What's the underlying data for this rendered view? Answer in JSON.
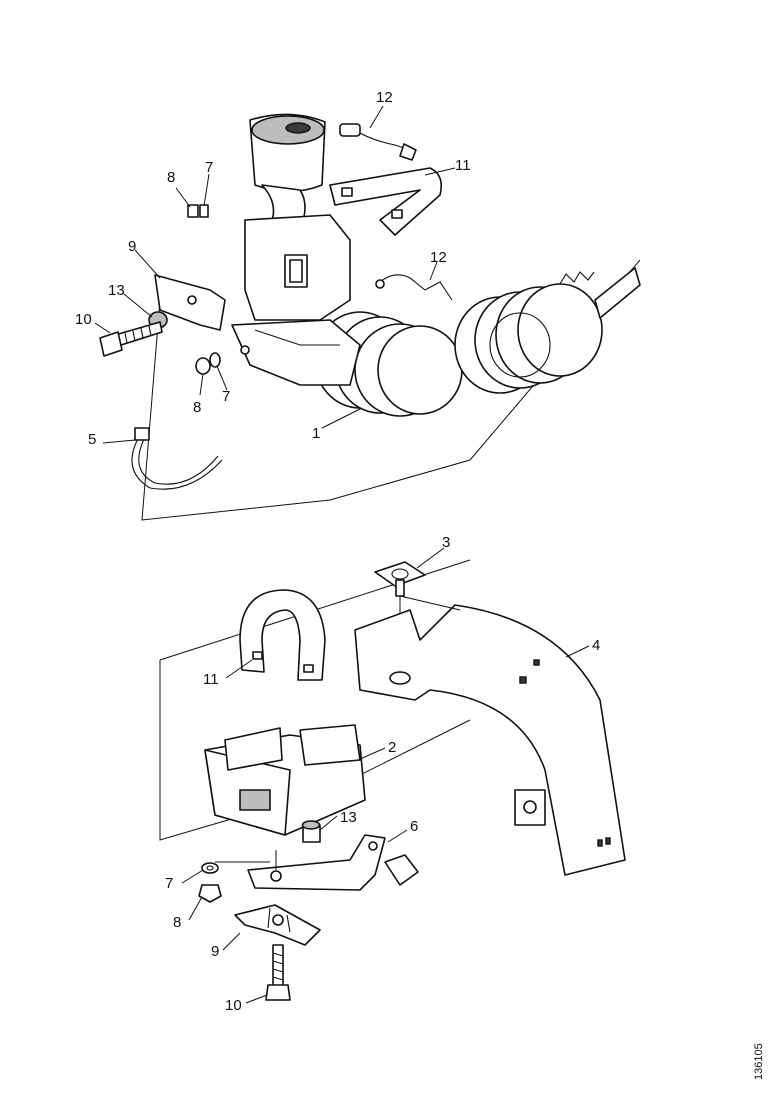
{
  "callouts": {
    "c1": "1",
    "c2": "2",
    "c3": "3",
    "c4": "4",
    "c5": "5",
    "c6": "6",
    "c7a": "7",
    "c7b": "7",
    "c7c": "7",
    "c8a": "8",
    "c8b": "8",
    "c8c": "8",
    "c9a": "9",
    "c9b": "9",
    "c10a": "10",
    "c10b": "10",
    "c11a": "11",
    "c11b": "11",
    "c12a": "12",
    "c12b": "12",
    "c13a": "13",
    "c13b": "13"
  },
  "drawing_ref": "136105"
}
